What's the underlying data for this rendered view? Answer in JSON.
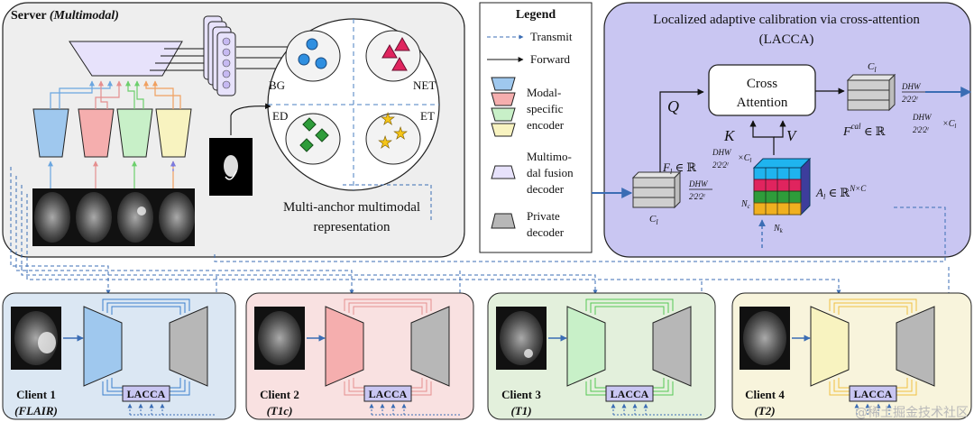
{
  "server": {
    "title_prefix": "Server ",
    "title_italic": "(Multimodal)",
    "region_labels": {
      "bg": "BG",
      "net": "NET",
      "ed": "ED",
      "et": "ET"
    },
    "representation_label_line1": "Multi-anchor multimodal",
    "representation_label_line2": "representation"
  },
  "legend": {
    "title": "Legend",
    "transmit": "Transmit",
    "forward": "Forward",
    "encoder_line1": "Modal-",
    "encoder_line2": "specific",
    "encoder_line3": "encoder",
    "decoder_line1": "Multimo-",
    "decoder_line2": "dal fusion",
    "decoder_line3": "decoder",
    "private_line1": "Private",
    "private_line2": "decoder"
  },
  "lacca": {
    "title_line1": "Localized adaptive calibration via cross-attention",
    "title_line2": "(LACCA)",
    "cross_attention_line1": "Cross",
    "cross_attention_line2": "Attention",
    "q": "Q",
    "k": "K",
    "v": "V",
    "cl": "C",
    "cl_sub": "l",
    "nc": "N",
    "nc_sub": "c",
    "nk": "N",
    "nk_sub": "k",
    "f_l": "F",
    "f_l_sub": "l",
    "f_l_space": "∈ ℝ",
    "f_cal": "F",
    "f_cal_sup": "cal",
    "a_l": "A",
    "a_l_space": "∈ ℝ",
    "a_l_dims": "N",
    "dim_frac_num": "DHW",
    "dim_frac_den": "2ˡ2ˡ2ˡ",
    "dim_times": "×C",
    "dim_times_sub": "l",
    "nk_nc_cl": "×C"
  },
  "clients": [
    {
      "name": "Client 1",
      "modality": "(FLAIR)",
      "module": "LACCA",
      "encoder_color": "#9fc8ee",
      "bg": "#dbe7f3"
    },
    {
      "name": "Client 2",
      "modality": "(T1c)",
      "module": "LACCA",
      "encoder_color": "#f5aeae",
      "bg": "#f9e1e1"
    },
    {
      "name": "Client 3",
      "modality": "(T1)",
      "module": "LACCA",
      "encoder_color": "#c8f0c8",
      "bg": "#e3f0dc"
    },
    {
      "name": "Client 4",
      "modality": "(T2)",
      "module": "LACCA",
      "encoder_color": "#f8f3c0",
      "bg": "#f8f4dc"
    }
  ],
  "watermark": "@稀土掘金技术社区",
  "colors": {
    "lacca_panel": "#c9c6f2",
    "decoder_fill": "#e7e2fb",
    "private_fill": "#b7b7b7",
    "arrow_blue": "#3b6db4"
  }
}
